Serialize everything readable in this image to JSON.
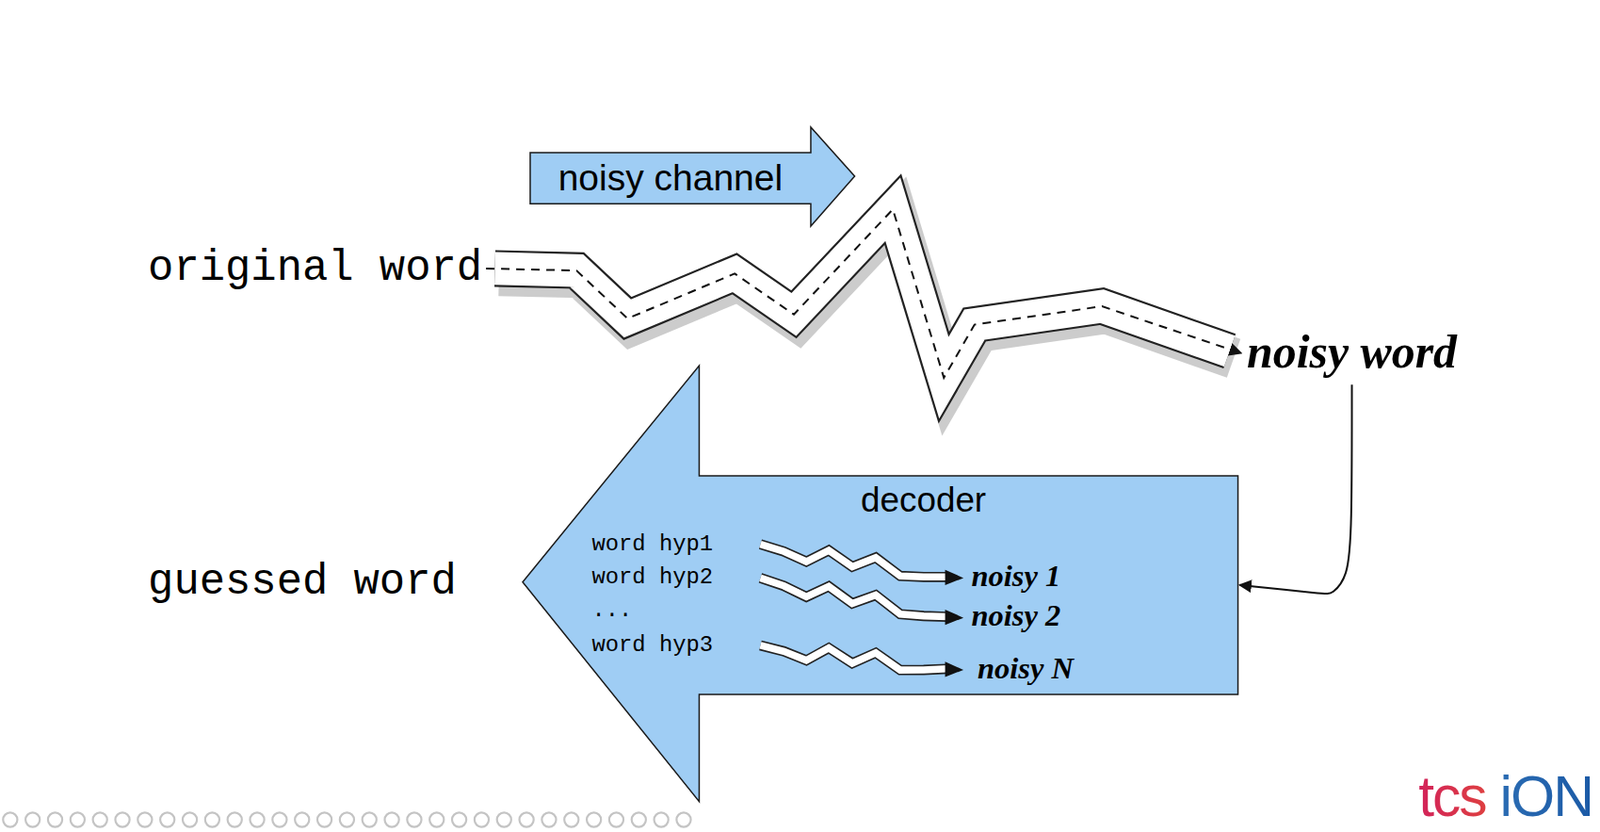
{
  "diagram": {
    "nodes": [
      {
        "text": [
          "noisy channel"
        ]
      },
      {
        "text": [
          "original word"
        ]
      },
      {
        "text": [
          "noisy word"
        ]
      },
      {
        "text": [
          "decoder",
          "word hyp1",
          "word hyp2",
          "...",
          "word hyp3",
          "noisy 1",
          "noisy 2",
          "noisy N"
        ]
      },
      {
        "text": [
          "guessed word"
        ]
      }
    ],
    "edges": [
      {
        "from": 1,
        "to": 2,
        "arrow": "to"
      },
      {
        "from": 2,
        "to": 3,
        "arrow": "to"
      }
    ],
    "labels": [
      "tcs iON"
    ]
  }
}
